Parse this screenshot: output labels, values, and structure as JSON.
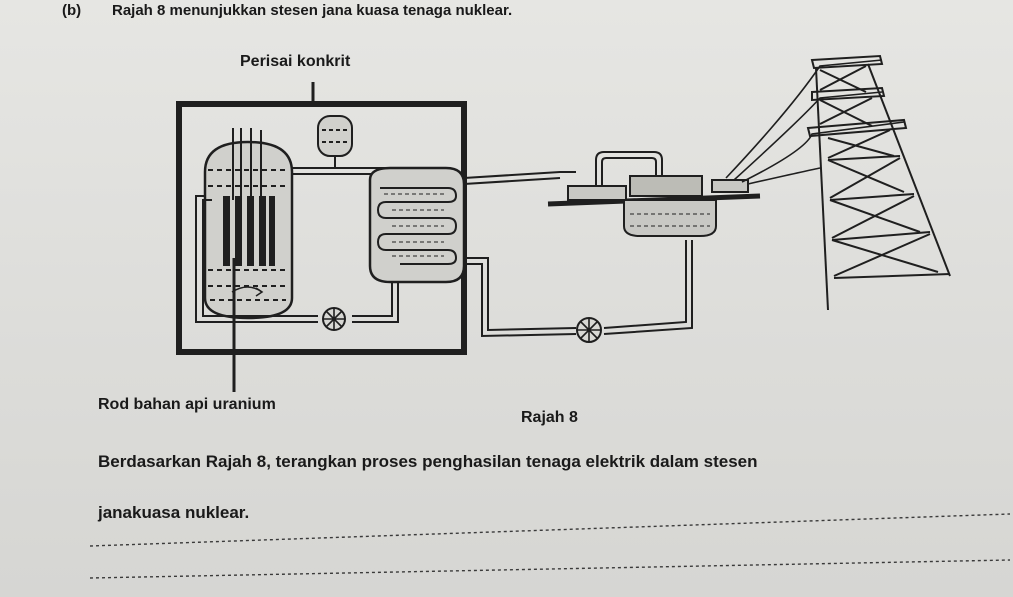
{
  "question": {
    "label": "(b)",
    "intro": "Rajah 8 menunjukkan stesen jana kuasa tenaga nuklear."
  },
  "diagram": {
    "label_shield": "Perisai konkrit",
    "label_rod": "Rod bahan api uranium",
    "caption": "Rajah 8"
  },
  "prompt": {
    "line1": "Berdasarkan Rajah 8, terangkan proses penghasilan tenaga elektrik dalam stesen",
    "line2": "janakuasa nuklear."
  }
}
